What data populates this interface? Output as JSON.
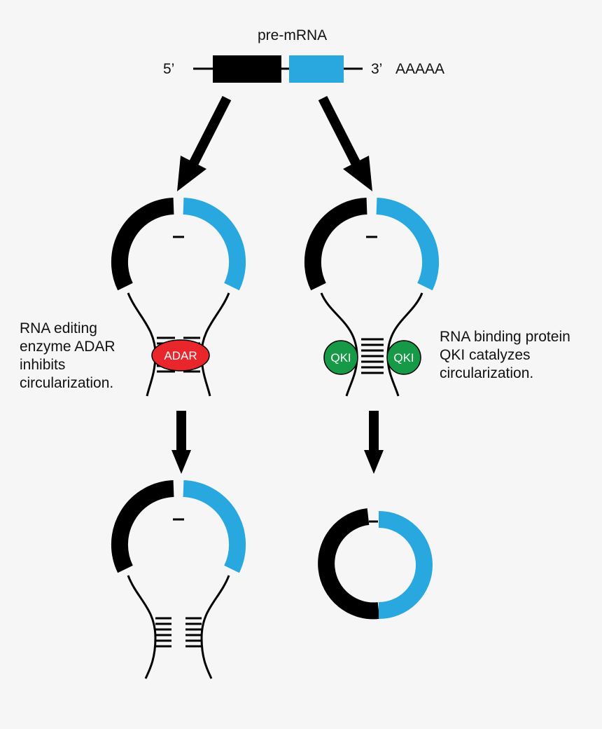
{
  "pre_mrna": {
    "title": "pre-mRNA",
    "five_prime": "5’",
    "three_prime": "3’",
    "poly_a": "AAAAA"
  },
  "left_branch": {
    "caption_lines": [
      "RNA editing",
      "enzyme ADAR",
      "inhibits",
      "circularization."
    ],
    "protein": "ADAR"
  },
  "right_branch": {
    "caption_lines": [
      "RNA binding protein",
      "QKI catalyzes",
      "circularization."
    ],
    "protein_left": "QKI",
    "protein_right": "QKI"
  },
  "colors": {
    "exon_1": "#000000",
    "exon_2": "#29a8e0",
    "adar": "#e8262b",
    "qki": "#179a48",
    "arrow": "#000000",
    "background": "#f6f6f6"
  }
}
